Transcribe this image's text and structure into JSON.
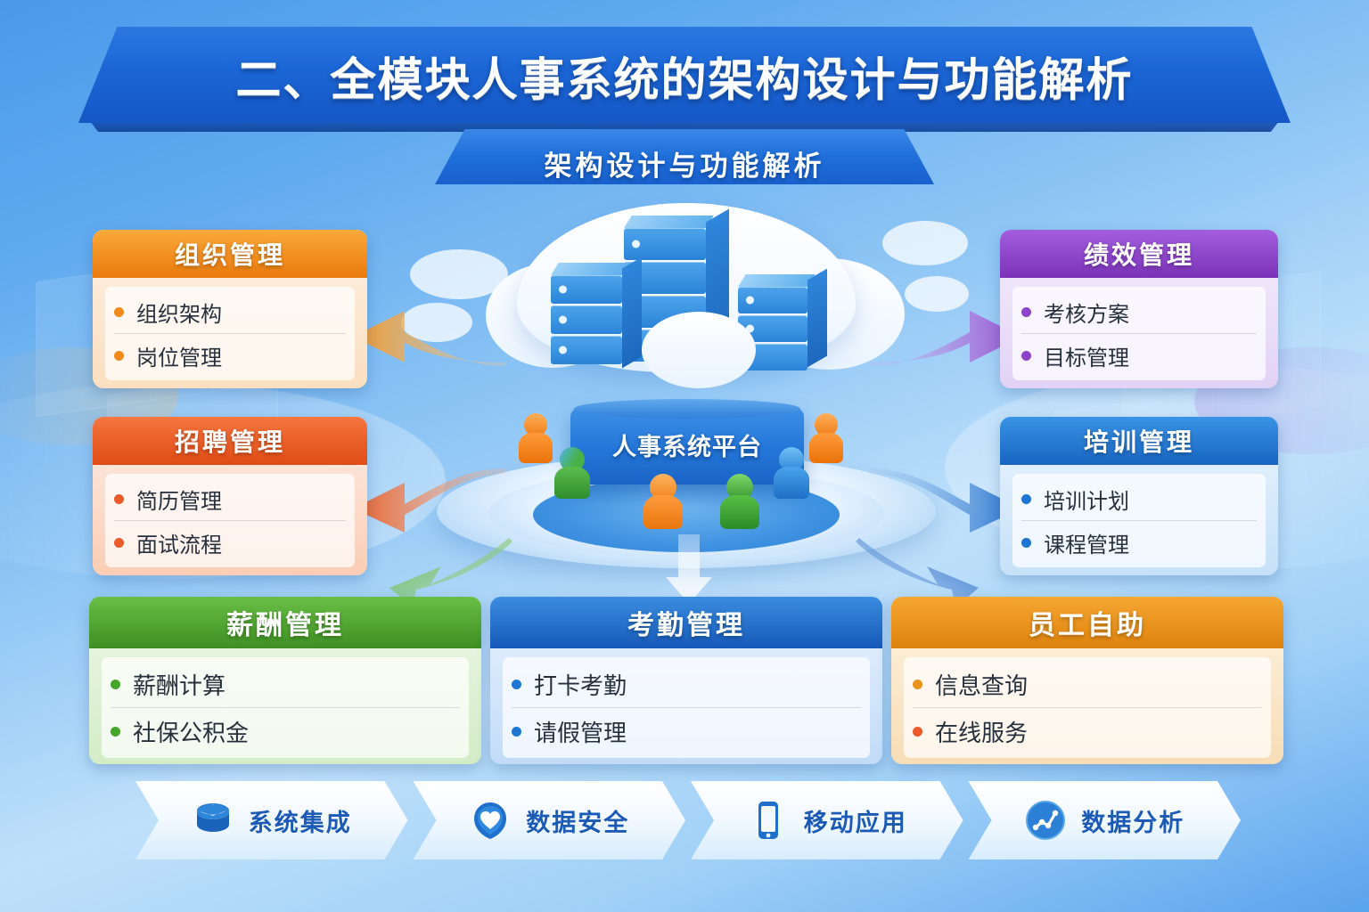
{
  "header": {
    "title": "二、全模块人事系统的架构设计与功能解析",
    "subtitle": "架构设计与功能解析"
  },
  "center": {
    "platform_label": "人事系统平台",
    "illustration": "cloud-server-platform-with-people"
  },
  "colors": {
    "page_bg_top": "#4a9aea",
    "page_bg_mid": "#bfe0fa",
    "banner_blue": "#1b66d6",
    "orange": "#f08a1d",
    "red_orange": "#ea5a2b",
    "purple": "#8e44c8",
    "blue": "#1f76d2",
    "green": "#46a52b",
    "amber": "#e8931b"
  },
  "modules": [
    {
      "id": "organization",
      "title": "组织管理",
      "accent": "#f08a1d",
      "head_from": "#f9a93a",
      "head_to": "#ea7a0c",
      "body_from": "#fdf1e2",
      "body_to": "#fbdfc0",
      "items": [
        "组织架构",
        "岗位管理"
      ],
      "arrow_color": "#f29a2e",
      "arrow_dir": "left"
    },
    {
      "id": "recruitment",
      "title": "招聘管理",
      "accent": "#ea5a2b",
      "head_from": "#f5763f",
      "head_to": "#e04b14",
      "body_from": "#fdeee7",
      "body_to": "#fbcdb4",
      "items": [
        "简历管理",
        "面试流程"
      ],
      "arrow_color": "#ec6128",
      "arrow_dir": "left"
    },
    {
      "id": "performance",
      "title": "绩效管理",
      "accent": "#8e44c8",
      "head_from": "#a35ede",
      "head_to": "#7b32b8",
      "body_from": "#f5eefd",
      "body_to": "#e2d2f5",
      "items": [
        "考核方案",
        "目标管理"
      ],
      "arrow_color": "#9a4fd0",
      "arrow_dir": "right"
    },
    {
      "id": "training",
      "title": "培训管理",
      "accent": "#1f76d2",
      "head_from": "#3a93e4",
      "head_to": "#1765c1",
      "body_from": "#eaf4fe",
      "body_to": "#c6e1f8",
      "items": [
        "培训计划",
        "课程管理"
      ],
      "arrow_color": "#1f6fcc",
      "arrow_dir": "right"
    },
    {
      "id": "payroll",
      "title": "薪酬管理",
      "accent": "#46a52b",
      "head_from": "#69bf45",
      "head_to": "#3d8f22",
      "body_from": "#eef8e9",
      "body_to": "#d3ecc6",
      "items": [
        "薪酬计算",
        "社保公积金"
      ],
      "arrow_color": "#5bb13a",
      "arrow_dir": "down-left"
    },
    {
      "id": "attendance",
      "title": "考勤管理",
      "accent": "#1f76d2",
      "head_from": "#3a8de0",
      "head_to": "#1659b8",
      "body_from": "#e9f2fe",
      "body_to": "#c2dcf8",
      "items": [
        "打卡考勤",
        "请假管理"
      ],
      "arrow_color": "#dbe9f7",
      "arrow_dir": "down"
    },
    {
      "id": "self-service",
      "title": "员工自助",
      "accent": "#e8931b",
      "head_from": "#f6a733",
      "head_to": "#dd820c",
      "body_from": "#fdf3e1",
      "body_to": "#f8ddb6",
      "items": [
        "信息查询",
        "在线服务"
      ],
      "arrow_color": "#1f5fc0",
      "arrow_dir": "down-right"
    }
  ],
  "features": [
    {
      "id": "system-integration",
      "label": "系统集成",
      "icon": "database-layers-icon"
    },
    {
      "id": "data-security",
      "label": "数据安全",
      "icon": "shield-heart-icon"
    },
    {
      "id": "mobile-app",
      "label": "移动应用",
      "icon": "mobile-phone-icon"
    },
    {
      "id": "data-analytics",
      "label": "数据分析",
      "icon": "chart-circle-icon"
    }
  ]
}
